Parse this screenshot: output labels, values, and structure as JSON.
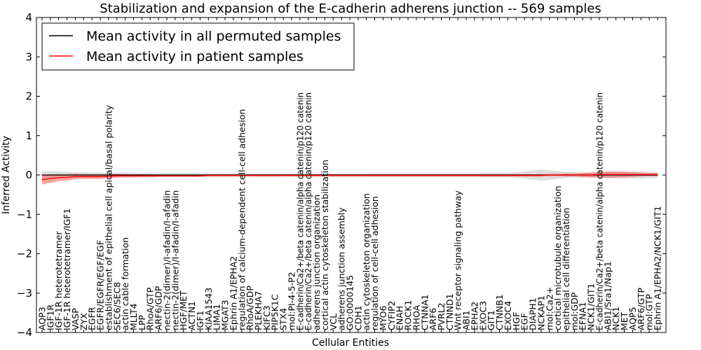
{
  "chart_data": {
    "type": "line",
    "title": "Stabilization and expansion of the E-cadherin adherens junction -- 569 samples",
    "xlabel": "Cellular Entities",
    "ylabel": "Inferred Activity",
    "ylim": [
      -4,
      4
    ],
    "yticks": [
      "4",
      "3",
      "2",
      "1",
      "0",
      "−1",
      "−2",
      "−3",
      "−4"
    ],
    "legend": {
      "location": "top-left"
    },
    "categories": [
      "AQP3",
      "IGF1R",
      "IGF-1R heterotetramer",
      "IGF-1R heterotetramer/IGF1",
      "VASP",
      "ZYX",
      "EGFR",
      "EGFR/EGFR/EGF/EGF",
      "establishment of epithelial cell apical/basal polarity",
      "SEC6/SEC8",
      "actin cable formation",
      "MLLT4",
      "LPP",
      "RhoA/GTP",
      "ARF6/GDP",
      "nectin-2(dimer)/I-afadin/I-afadin",
      "nectin-2(dimer)/I-afadin/I-afadin",
      "HGF/MET",
      "ACTN1",
      "IGF1",
      "KIAA1543",
      "LIMA1",
      "MGAT3",
      "Ephrin A1/EPHA2",
      "regulation of calcium-dependent cell-cell adhesion",
      "RhoA/GDP",
      "PLEKHA7",
      "KIFC3",
      "PIP5K1C",
      "STX4",
      "mol:PI-4-5-P2",
      "E-cadherin/Ca2+/beta catenin/alpha catenin/p120 catenin",
      "E-cadherin/Ca2+/beta catenin/alpha catenin/p120 catenin",
      "adherens junction organization",
      "cortical actin cytoskeleton stabilization",
      "VCL",
      "adherens junction assembly",
      "GO:0000145",
      "CDH1",
      "actin cytoskeleton organization",
      "regulation of cell-cell adhesion",
      "MYO6",
      "CYFIP2",
      "ENAH",
      "ROCK1",
      "RHOA",
      "CTNNA1",
      "ARF6",
      "PVRL2",
      "CTNND1",
      "Wnt receptor signaling pathway",
      "ABI1",
      "EPHA2",
      "EXOC3",
      "GIT1",
      "CTNNB1",
      "EXOC4",
      "HGF",
      "EGF",
      "DIAPH1",
      "NCKAP1",
      "mol:Ca2+",
      "cortical microtubule organization",
      "epithelial cell differentiation",
      "mol:GDP",
      "EFNA1",
      "NCK1/GIT1",
      "E-cadherin/Ca2+/beta catenin/alpha catenin/p120 catenin",
      "ABI1/Sra1/Nap1",
      "NCK1",
      "MET",
      "AQP5",
      "ARF6/GTP",
      "mol:GTP",
      "Ephrin A1/EPHA2/NCK1/GIT1"
    ],
    "series": [
      {
        "name": "Mean activity in all permuted samples",
        "color": "#000000",
        "values": [
          0.0,
          0.0,
          0.0,
          0.0,
          0.0,
          0.0,
          0.0,
          0.0,
          0.0,
          0.0,
          0.0,
          0.0,
          0.0,
          0.0,
          0.0,
          0.0,
          0.0,
          0.0,
          0.0,
          0.0,
          0.0,
          0.0,
          0.0,
          0.0,
          0.0,
          0.0,
          0.0,
          0.0,
          0.0,
          0.0,
          0.0,
          0.0,
          0.0,
          0.0,
          0.0,
          0.0,
          0.0,
          0.0,
          0.0,
          0.0,
          0.0,
          0.0,
          0.0,
          0.0,
          0.0,
          0.0,
          0.0,
          0.0,
          0.0,
          0.0,
          0.0,
          0.0,
          0.0,
          0.0,
          0.0,
          0.0,
          0.0,
          0.0,
          0.0,
          0.0,
          0.0,
          0.0,
          0.0,
          0.0,
          0.0,
          0.0,
          0.0,
          0.0,
          0.0,
          0.0,
          0.0,
          0.0,
          0.0,
          0.0,
          0.0
        ],
        "band": [
          0.1,
          0.1,
          0.09,
          0.08,
          0.07,
          0.07,
          0.07,
          0.07,
          0.06,
          0.06,
          0.06,
          0.06,
          0.05,
          0.05,
          0.05,
          0.05,
          0.05,
          0.05,
          0.05,
          0.05,
          0.04,
          0.04,
          0.04,
          0.04,
          0.04,
          0.04,
          0.04,
          0.04,
          0.04,
          0.04,
          0.04,
          0.04,
          0.04,
          0.04,
          0.04,
          0.04,
          0.04,
          0.04,
          0.04,
          0.04,
          0.05,
          0.05,
          0.05,
          0.05,
          0.05,
          0.05,
          0.05,
          0.05,
          0.05,
          0.05,
          0.05,
          0.05,
          0.05,
          0.06,
          0.06,
          0.06,
          0.06,
          0.07,
          0.09,
          0.12,
          0.14,
          0.12,
          0.1,
          0.08,
          0.07,
          0.07,
          0.07,
          0.07,
          0.08,
          0.08,
          0.09,
          0.09,
          0.09,
          0.08,
          0.08
        ]
      },
      {
        "name": "Mean activity in patient samples",
        "color": "#ff0000",
        "values": [
          -0.12,
          -0.09,
          -0.07,
          -0.06,
          -0.04,
          -0.04,
          -0.04,
          -0.04,
          -0.03,
          -0.02,
          -0.02,
          -0.02,
          -0.02,
          -0.02,
          -0.02,
          -0.02,
          -0.02,
          -0.02,
          -0.02,
          -0.02,
          -0.01,
          -0.01,
          -0.01,
          -0.01,
          -0.01,
          -0.01,
          -0.01,
          -0.01,
          -0.01,
          -0.01,
          -0.01,
          -0.01,
          -0.01,
          -0.01,
          -0.01,
          -0.01,
          -0.01,
          -0.01,
          -0.01,
          -0.01,
          -0.01,
          -0.01,
          -0.01,
          -0.01,
          -0.01,
          -0.01,
          -0.01,
          -0.01,
          -0.01,
          -0.01,
          -0.01,
          -0.01,
          -0.01,
          -0.01,
          -0.01,
          -0.01,
          -0.01,
          -0.01,
          -0.01,
          -0.01,
          -0.01,
          0.0,
          0.0,
          0.0,
          0.0,
          0.0,
          0.0,
          0.01,
          0.01,
          0.01,
          0.01,
          0.01,
          0.01,
          0.01,
          0.01
        ],
        "band": [
          0.12,
          0.11,
          0.09,
          0.08,
          0.07,
          0.06,
          0.06,
          0.06,
          0.05,
          0.05,
          0.04,
          0.04,
          0.04,
          0.04,
          0.03,
          0.03,
          0.03,
          0.03,
          0.03,
          0.03,
          0.03,
          0.03,
          0.03,
          0.03,
          0.03,
          0.03,
          0.03,
          0.03,
          0.03,
          0.03,
          0.03,
          0.03,
          0.03,
          0.03,
          0.03,
          0.03,
          0.03,
          0.03,
          0.03,
          0.03,
          0.03,
          0.03,
          0.03,
          0.03,
          0.03,
          0.03,
          0.03,
          0.03,
          0.03,
          0.03,
          0.03,
          0.03,
          0.03,
          0.03,
          0.03,
          0.03,
          0.03,
          0.03,
          0.03,
          0.03,
          0.03,
          0.03,
          0.03,
          0.04,
          0.04,
          0.05,
          0.06,
          0.07,
          0.08,
          0.08,
          0.07,
          0.06,
          0.05,
          0.04,
          0.04
        ]
      }
    ]
  }
}
